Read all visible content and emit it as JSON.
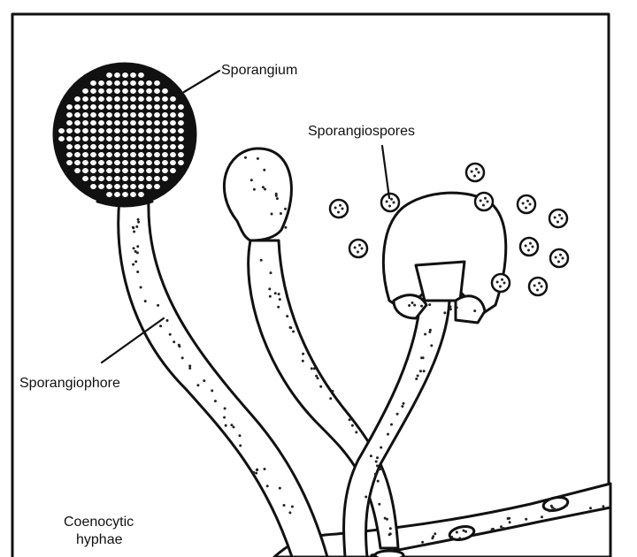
{
  "labels": {
    "sporangium": "Sporangium",
    "sporangiospores": "Sporangiospores",
    "sporangiophore": "Sporangiophore",
    "coenocytic_line1": "Coenocytic",
    "coenocytic_line2": "hyphae"
  },
  "colors": {
    "ink": "#111111",
    "paper": "#ffffff"
  }
}
